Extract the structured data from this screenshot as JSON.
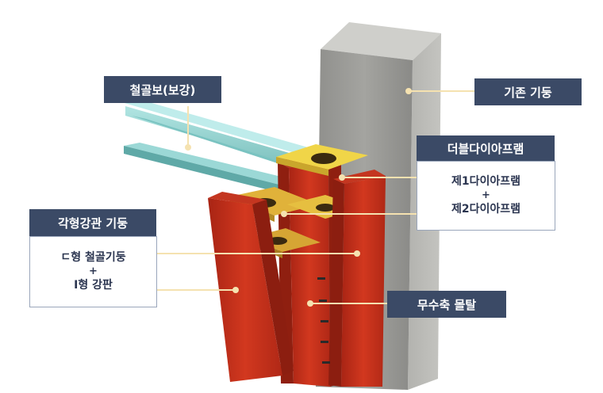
{
  "labels": {
    "steel_beam": "철골보(보강)",
    "existing_column": "기존 기둥",
    "double_diaphragm": "더블다이아프램",
    "diaphragm_1": "제1다이아프램",
    "plus": "+",
    "diaphragm_2": "제2다이아프램",
    "square_tube_column": "각형강관 기둥",
    "channel_column": "ㄷ형 철골기둥",
    "i_plate": "I형 강판",
    "non_shrink_mortar": "무수축 몰탈"
  },
  "colors": {
    "label_box": "#3b4a66",
    "leader_line": "#f5e2b0",
    "steel_red": "#c8321e",
    "plate_yellow": "#e8c93a",
    "beam_cyan": "#8fd3d2",
    "concrete": "#9a9a96"
  }
}
